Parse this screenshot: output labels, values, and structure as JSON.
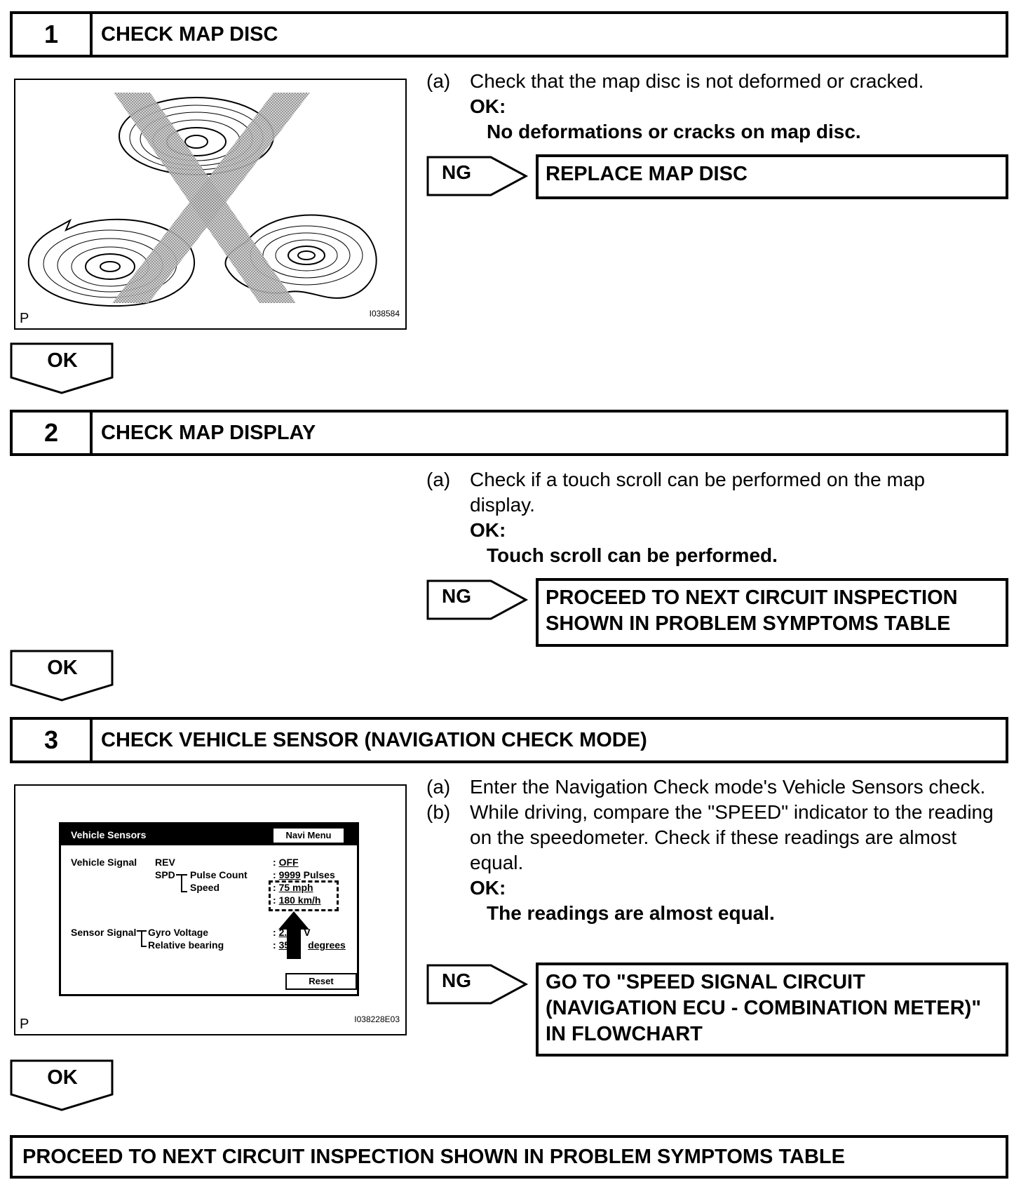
{
  "steps": [
    {
      "number": "1",
      "title": "CHECK MAP DISC",
      "figure": {
        "letter": "P",
        "code": "I038584"
      },
      "instructions": [
        {
          "label": "(a)",
          "text": "Check that the map disc is not deformed or cracked."
        }
      ],
      "ok_label": "OK:",
      "ok_text": "No deformations or cracks on map disc.",
      "ng_label": "NG",
      "ng_result": "REPLACE MAP DISC",
      "ok_flag": "OK"
    },
    {
      "number": "2",
      "title": "CHECK MAP DISPLAY",
      "instructions": [
        {
          "label": "(a)",
          "text": "Check if a touch scroll can be performed on the map display."
        }
      ],
      "ok_label": "OK:",
      "ok_text": "Touch scroll can be performed.",
      "ng_label": "NG",
      "ng_result": "PROCEED TO NEXT CIRCUIT INSPECTION SHOWN IN PROBLEM SYMPTOMS TABLE",
      "ok_flag": "OK"
    },
    {
      "number": "3",
      "title": "CHECK VEHICLE SENSOR (NAVIGATION CHECK MODE)",
      "figure": {
        "letter": "P",
        "code": "I038228E03",
        "screen": {
          "title": "Vehicle Sensors",
          "menu_button": "Navi Menu",
          "vehicle_signal": "Vehicle Signal",
          "rev": "REV",
          "spd": "SPD",
          "pulse_count": "Pulse Count",
          "speed": "Speed",
          "rev_value": "OFF",
          "pulse_value": "9999",
          "pulse_unit": "Pulses",
          "speed_mph": "75 mph",
          "speed_kmh": "180 km/h",
          "sensor_signal": "Sensor Signal",
          "gyro_voltage": "Gyro Voltage",
          "relative_bearing": "Relative bearing",
          "gyro_value": "2.",
          "gyro_unit": "V",
          "bearing_value": "35",
          "bearing_unit": "degrees",
          "reset": "Reset"
        }
      },
      "instructions": [
        {
          "label": "(a)",
          "text": "Enter the Navigation Check mode's Vehicle Sensors check."
        },
        {
          "label": "(b)",
          "text": "While driving, compare the \"SPEED\" indicator to the reading on the speedometer. Check if these readings are almost equal."
        }
      ],
      "ok_label": "OK:",
      "ok_text": "The readings are almost equal.",
      "ng_label": "NG",
      "ng_result": "GO TO \"SPEED SIGNAL CIRCUIT (NAVIGATION ECU - COMBINATION METER)\" IN FLOWCHART",
      "ok_flag": "OK"
    }
  ],
  "final": "PROCEED TO NEXT CIRCUIT INSPECTION SHOWN IN PROBLEM SYMPTOMS TABLE"
}
